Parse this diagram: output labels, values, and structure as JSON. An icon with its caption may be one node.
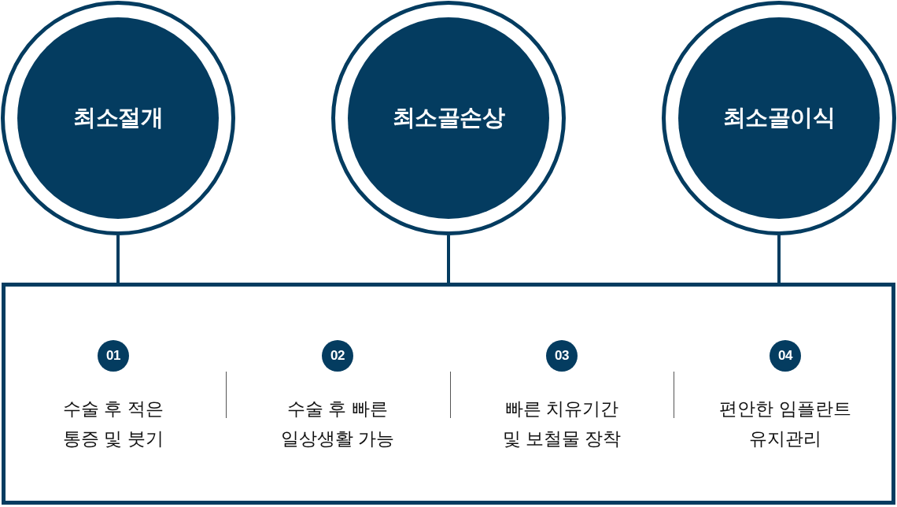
{
  "diagram": {
    "nodes": [
      {
        "text": [
          "최소절개"
        ]
      },
      {
        "text": [
          "최소골손상"
        ]
      },
      {
        "text": [
          "최소골이식"
        ]
      },
      {
        "text": [],
        "shape": "box"
      },
      {
        "text": [
          "01"
        ],
        "in": 3,
        "beside": [
          "수술 후 적은 통증 및 붓기"
        ]
      },
      {
        "text": [
          "02"
        ],
        "in": 3,
        "beside": [
          "수술 후 빠른 일상생활 가능"
        ]
      },
      {
        "text": [
          "03"
        ],
        "in": 3,
        "beside": [
          "빠른 치유기간 및 보철물 장착"
        ]
      },
      {
        "text": [
          "04"
        ],
        "in": 3,
        "beside": [
          "편안한 임플란트 유지관리"
        ]
      }
    ],
    "edges": [
      {
        "from": 0,
        "to": 3,
        "arrow": "none"
      },
      {
        "from": 1,
        "to": 3,
        "arrow": "none"
      },
      {
        "from": 2,
        "to": 3,
        "arrow": "none"
      }
    ]
  }
}
